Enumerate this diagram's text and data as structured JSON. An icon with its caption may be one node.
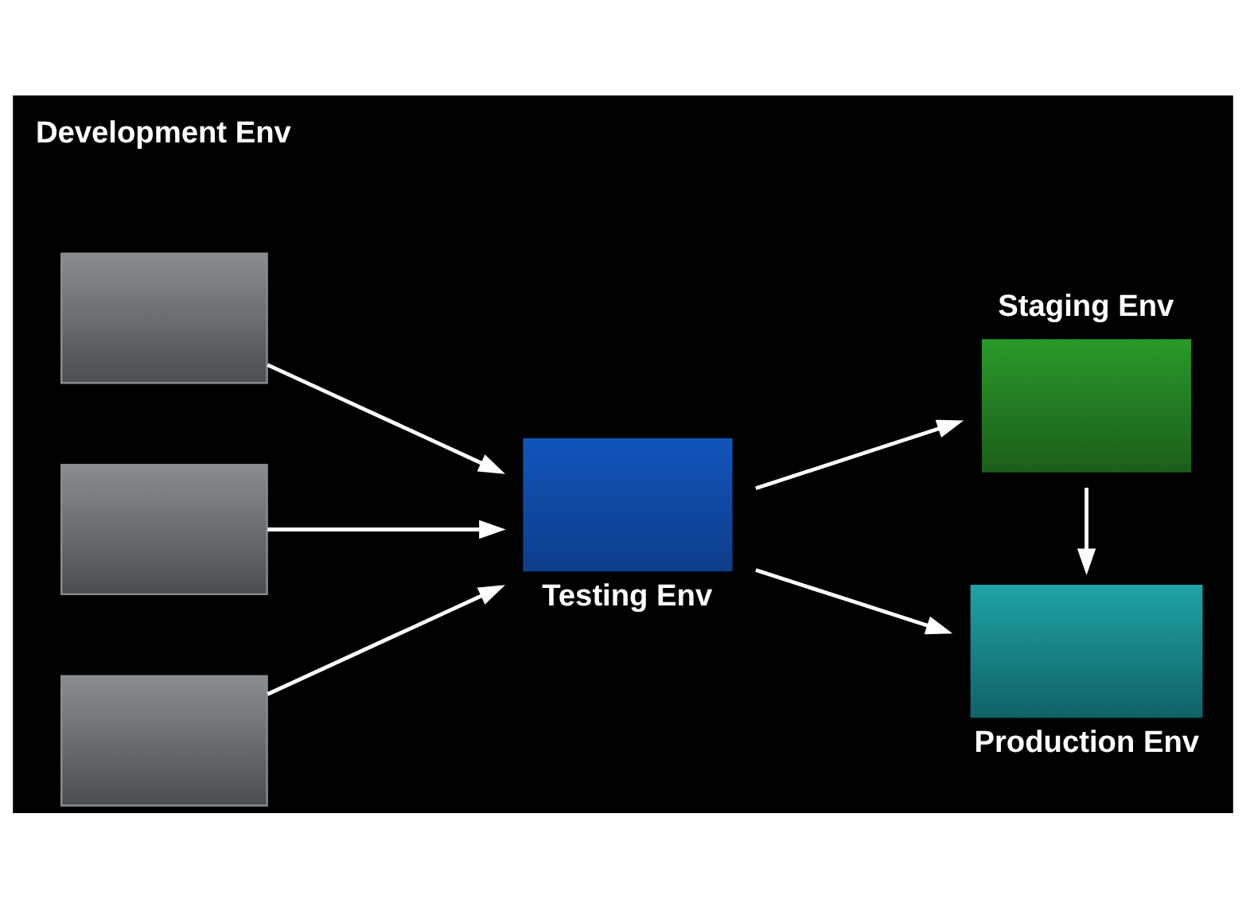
{
  "diagram": {
    "nodes": [
      {
        "text": [],
        "shape": "box"
      },
      {
        "text": [],
        "shape": "box"
      },
      {
        "text": [],
        "shape": "box"
      },
      {
        "text": [
          "Testing Env"
        ]
      },
      {
        "text": [
          "Staging Env"
        ]
      },
      {
        "text": [
          "Production Env"
        ]
      }
    ],
    "edges": [
      {
        "from": 0,
        "to": 3,
        "arrow": "to"
      },
      {
        "from": 1,
        "to": 3,
        "arrow": "to"
      },
      {
        "from": 2,
        "to": 3,
        "arrow": "to"
      },
      {
        "from": 3,
        "to": 4,
        "arrow": "to"
      },
      {
        "from": 3,
        "to": 5,
        "arrow": "to"
      },
      {
        "from": 4,
        "to": 5,
        "arrow": "to"
      }
    ],
    "labels": [
      "Development Env"
    ]
  }
}
